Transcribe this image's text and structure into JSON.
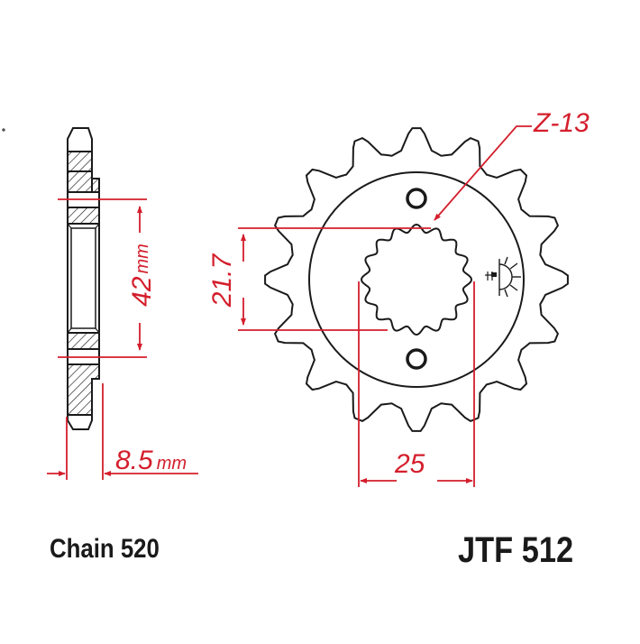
{
  "diagram": {
    "title": "Front sprocket technical drawing",
    "colors": {
      "outline": "#1a1a1a",
      "dimension": "#d41e2c",
      "background": "#ffffff"
    },
    "side_view": {
      "hub_diameter_value": "42",
      "hub_diameter_unit": "mm",
      "thickness_value": "8.5",
      "thickness_unit": "mm"
    },
    "front_view": {
      "teeth_label": "Z-13",
      "spline_height": "21.7",
      "spline_width": "25",
      "teeth_count_drawn": 16,
      "mounting_holes": 2,
      "marking_icon": "sun-stamp-icon"
    },
    "footer": {
      "chain_label": "Chain 520",
      "part_number": "JTF 512"
    }
  }
}
